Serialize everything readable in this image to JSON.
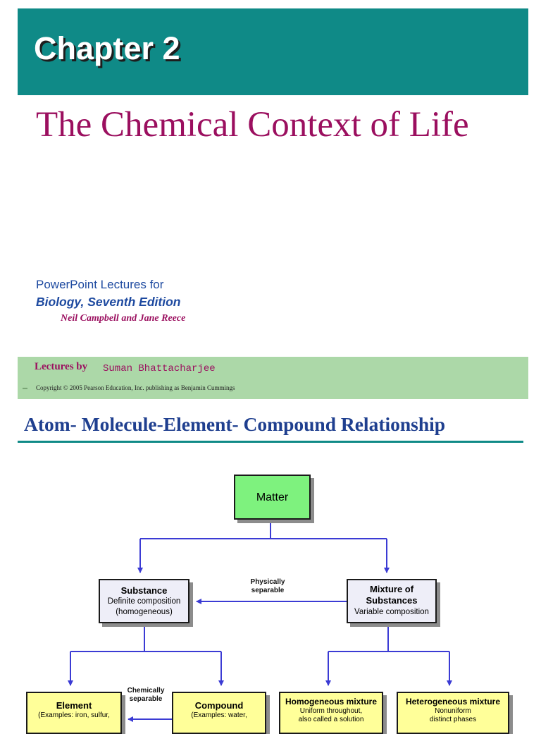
{
  "header": {
    "chapter": "Chapter 2",
    "title": "The Chemical Context of Life"
  },
  "publication": {
    "lectures_for": "PowerPoint Lectures for",
    "book_title": "Biology, Seventh Edition",
    "authors": "Neil Campbell and Jane Reece"
  },
  "credits": {
    "lectures_by": "Lectures by",
    "lecturer": "Suman Bhattacharjee",
    "copyright": "Copyright © 2005 Pearson Education, Inc. publishing as Benjamin Cummings"
  },
  "section": {
    "heading": "Atom- Molecule-Element- Compound Relationship"
  },
  "diagram": {
    "matter": "Matter",
    "substance": {
      "title": "Substance",
      "line1": "Definite composition",
      "line2": "(homogeneous)"
    },
    "mixture": {
      "title_line1": "Mixture of",
      "title_line2": "Substances",
      "line1": "Variable composition"
    },
    "physically_separable": {
      "line1": "Physically",
      "line2": "separable"
    },
    "chemically_separable": {
      "line1": "Chemically",
      "line2": "separable"
    },
    "element": {
      "title": "Element",
      "line1": "(Examples: iron, sulfur,"
    },
    "compound": {
      "title": "Compound",
      "line1": "(Examples: water,"
    },
    "homogeneous": {
      "title": "Homogeneous mixture",
      "line1": "Uniform throughout,",
      "line2": "also called a solution"
    },
    "heterogeneous": {
      "title": "Heterogeneous mixture",
      "line1": "Nonuniform",
      "line2": "distinct phases"
    },
    "colors": {
      "connector": "#3b3bd4",
      "matter_fill": "#7ef27e",
      "substance_fill": "#eeeef8",
      "leaf_fill": "#ffff99"
    }
  }
}
